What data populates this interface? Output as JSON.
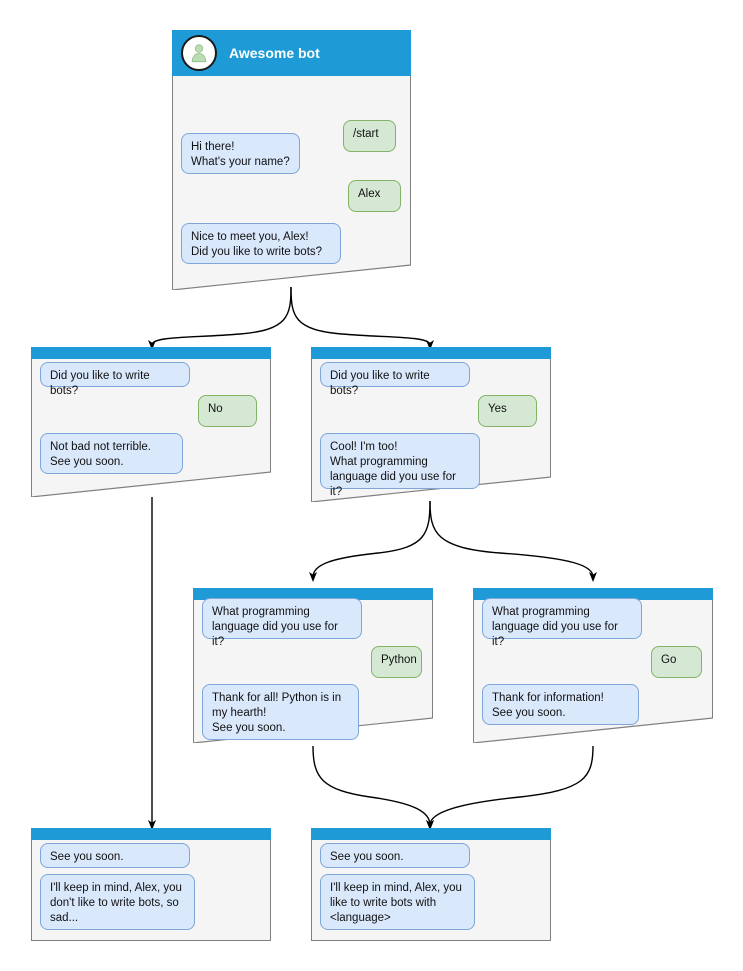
{
  "diagram": {
    "title": "Telegram bot conversation flow",
    "colors": {
      "header_blue": "#1e9bd7",
      "bot_bubble_fill": "#dae8fc",
      "bot_bubble_border": "#7ea6d9",
      "user_bubble_fill": "#d5e8d4",
      "user_bubble_border": "#82b366",
      "node_fill": "#f5f5f5",
      "node_border": "#808080",
      "edge": "#000000",
      "avatar_person": "#b9dcb0",
      "background": "#ffffff"
    }
  },
  "nodes": [
    {
      "id": "root",
      "header": {
        "avatar_icon": "person-avatar-icon",
        "title": "Awesome bot"
      },
      "messages": [
        {
          "sender": "user",
          "text": "/start"
        },
        {
          "sender": "bot",
          "text": "Hi there!\nWhat's your name?"
        },
        {
          "sender": "user",
          "text": "Alex"
        },
        {
          "sender": "bot",
          "text": "Nice to meet you, Alex!\nDid you like to write bots?"
        }
      ]
    },
    {
      "id": "no-branch",
      "header": {
        "title": ""
      },
      "messages": [
        {
          "sender": "bot",
          "text": "Did you like to write bots?"
        },
        {
          "sender": "user",
          "text": "No"
        },
        {
          "sender": "bot",
          "text": "Not bad not terrible.\nSee you soon."
        }
      ]
    },
    {
      "id": "yes-branch",
      "header": {
        "title": ""
      },
      "messages": [
        {
          "sender": "bot",
          "text": "Did you like to write bots?"
        },
        {
          "sender": "user",
          "text": "Yes"
        },
        {
          "sender": "bot",
          "text": "Cool! I'm too!\nWhat programming\nlanguage did you use for it?"
        }
      ]
    },
    {
      "id": "python-branch",
      "header": {
        "title": ""
      },
      "messages": [
        {
          "sender": "bot",
          "text": "What programming\nlanguage did you use for it?"
        },
        {
          "sender": "user",
          "text": "Python"
        },
        {
          "sender": "bot",
          "text": "Thank for all! Python is in\nmy hearth!\nSee you soon."
        }
      ]
    },
    {
      "id": "go-branch",
      "header": {
        "title": ""
      },
      "messages": [
        {
          "sender": "bot",
          "text": "What programming\nlanguage did you use for it?"
        },
        {
          "sender": "user",
          "text": "Go"
        },
        {
          "sender": "bot",
          "text": "Thank for information!\nSee you soon."
        }
      ]
    },
    {
      "id": "end-no",
      "header": {
        "title": ""
      },
      "messages": [
        {
          "sender": "bot",
          "text": "See you soon."
        },
        {
          "sender": "bot",
          "text": "I'll keep in mind, Alex, you\ndon't like to write bots, so\nsad..."
        }
      ]
    },
    {
      "id": "end-yes",
      "header": {
        "title": ""
      },
      "messages": [
        {
          "sender": "bot",
          "text": "See you soon."
        },
        {
          "sender": "bot",
          "text": "I'll keep in mind, Alex, you\nlike to write bots with\n<language>"
        }
      ]
    }
  ],
  "text": {
    "root_title": "Awesome bot",
    "m_start": "/start",
    "m_hi": "Hi there!\nWhat's your name?",
    "m_alex": "Alex",
    "m_nice": "Nice to meet you, Alex!\nDid you like to write bots?",
    "m_q_bots_a": "Did you like to write bots?",
    "m_no": "No",
    "m_notbad": "Not bad not terrible.\nSee you soon.",
    "m_q_bots_b": "Did you like to write bots?",
    "m_yes": "Yes",
    "m_cool": "Cool! I'm too!\nWhat programming\nlanguage did you use for it?",
    "m_q_lang_a": "What programming\nlanguage did you use for it?",
    "m_python": "Python",
    "m_thank_all": "Thank for all! Python is in\nmy hearth!\nSee you soon.",
    "m_q_lang_b": "What programming\nlanguage did you use for it?",
    "m_go": "Go",
    "m_thank_info": "Thank for information!\nSee you soon.",
    "m_see_soon_a": "See you soon.",
    "m_keep_no": "I'll keep in mind, Alex, you\ndon't like to write bots, so\nsad...",
    "m_see_soon_b": "See you soon.",
    "m_keep_yes": "I'll keep in mind, Alex, you\nlike to write bots with\n<language>"
  }
}
